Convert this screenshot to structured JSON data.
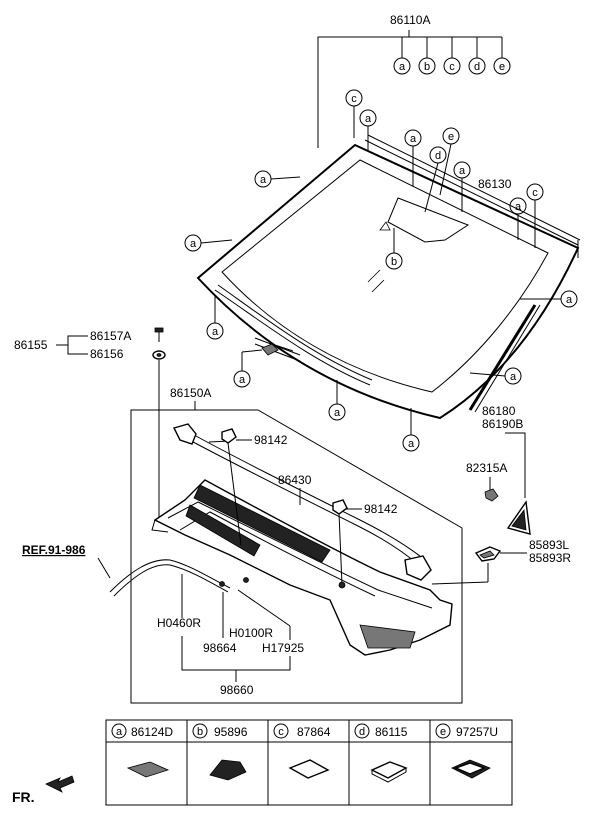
{
  "labels": {
    "p86110A": "86110A",
    "p86130": "86130",
    "p86155": "86155",
    "p86157A": "86157A",
    "p86156": "86156",
    "p86150A": "86150A",
    "p98142a": "98142",
    "p98142b": "98142",
    "p86430": "86430",
    "p86180": "86180",
    "p86190B": "86190B",
    "p82315A": "82315A",
    "p85893L": "85893L",
    "p85893R": "85893R",
    "ref": "REF.91-986",
    "h0460r": "H0460R",
    "h0100r": "H0100R",
    "p98664": "98664",
    "h17925": "H17925",
    "p98660": "98660",
    "fr": "FR."
  },
  "letters": {
    "a": "a",
    "b": "b",
    "c": "c",
    "d": "d",
    "e": "e"
  },
  "legend": [
    {
      "letter": "a",
      "part": "86124D"
    },
    {
      "letter": "b",
      "part": "95896"
    },
    {
      "letter": "c",
      "part": "87864"
    },
    {
      "letter": "d",
      "part": "86115"
    },
    {
      "letter": "e",
      "part": "97257U"
    }
  ]
}
